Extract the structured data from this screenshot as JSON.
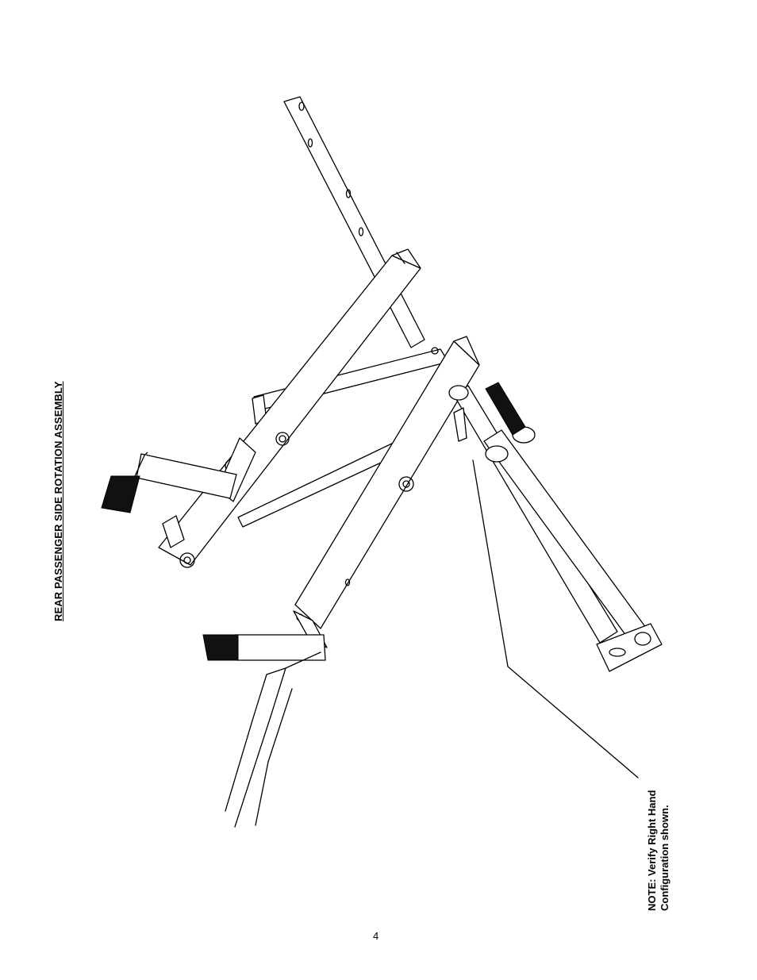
{
  "document": {
    "title": "REAR PASSENGER SIDE ROTATION ASSEMBLY",
    "note_lines": [
      "NOTE: Verify Right Hand",
      "Configuration shown."
    ],
    "page_number": "4"
  },
  "illustration": {
    "parts": [
      "upright-tube",
      "upper-square-arm",
      "lower-square-arm",
      "footrest-pad-left",
      "footrest-pad-center",
      "handle-grip",
      "actuator-rod",
      "leader-line"
    ]
  }
}
